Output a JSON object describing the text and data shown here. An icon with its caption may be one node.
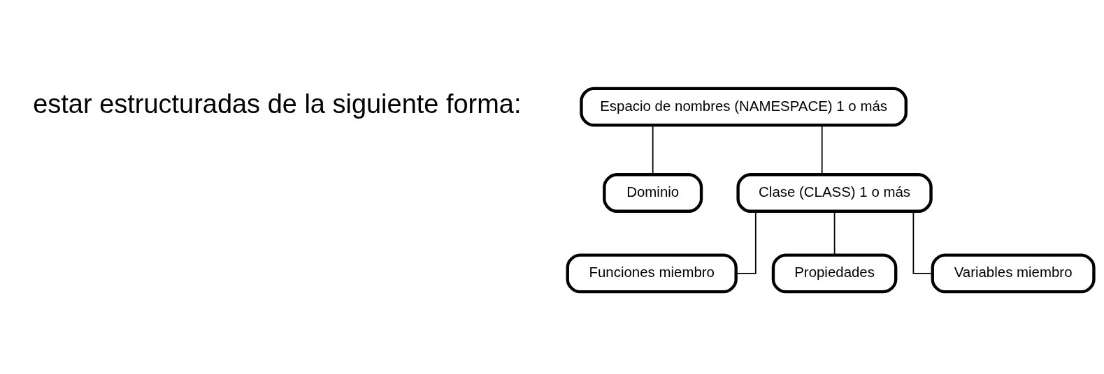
{
  "diagram": {
    "nodes": [
      {
        "text": [
          "Espacio de nombres (NAMESPACE) 1 o más"
        ]
      },
      {
        "text": [
          "Dominio"
        ]
      },
      {
        "text": [
          "Clase (CLASS) 1 o más"
        ]
      },
      {
        "text": [
          "Funciones miembro"
        ]
      },
      {
        "text": [
          "Propiedades"
        ]
      },
      {
        "text": [
          "Variables miembro"
        ]
      }
    ],
    "edges": [
      {
        "from": 0,
        "to": 1,
        "arrow": "none"
      },
      {
        "from": 0,
        "to": 2,
        "arrow": "none"
      },
      {
        "from": 2,
        "to": 3,
        "arrow": "none"
      },
      {
        "from": 2,
        "to": 4,
        "arrow": "none"
      },
      {
        "from": 2,
        "to": 5,
        "arrow": "none"
      }
    ],
    "labels": [
      "estar estructuradas de la siguiente forma:"
    ]
  }
}
